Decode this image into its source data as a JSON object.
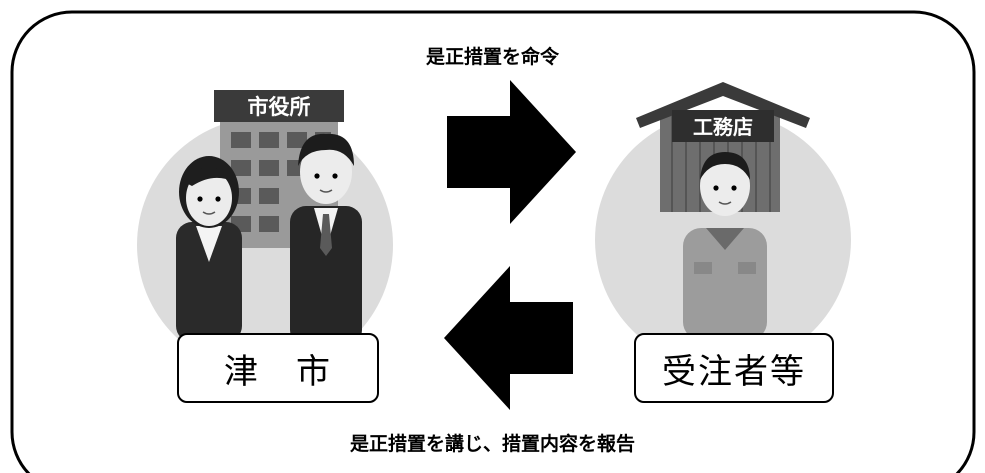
{
  "diagram": {
    "top_caption": "是正措置を命令",
    "bottom_caption": "是正措置を講じ、措置内容を報告",
    "left_party": {
      "label": "津　市",
      "building_sign": "市役所"
    },
    "right_party": {
      "label": "受注者等",
      "shop_sign": "工務店"
    },
    "arrows": {
      "top": "right-arrow",
      "bottom": "left-arrow"
    }
  }
}
